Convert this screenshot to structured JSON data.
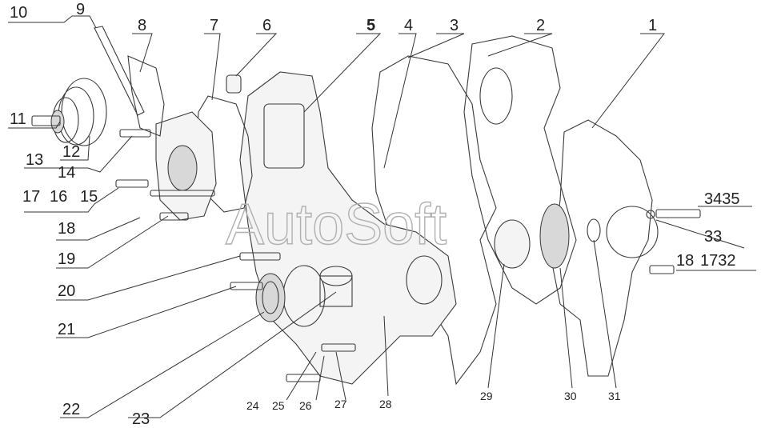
{
  "watermark": "AutoSoft",
  "callouts": {
    "c1": "1",
    "c2": "2",
    "c3": "3",
    "c4": "4",
    "c5": "5",
    "c6": "6",
    "c7": "7",
    "c8": "8",
    "c9": "9",
    "c10": "10",
    "c11": "11",
    "c12": "12",
    "c13": "13",
    "c14": "14",
    "c15": "15",
    "c16": "16",
    "c17": "17",
    "c18": "18",
    "c19": "19",
    "c20": "20",
    "c21": "21",
    "c22": "22",
    "c23": "23",
    "c24": "24",
    "c25": "25",
    "c26": "26",
    "c27": "27",
    "c28": "28",
    "c29": "29",
    "c30": "30",
    "c31": "31",
    "c3435": "3435",
    "c33": "33",
    "c18_b": "18",
    "c1732": "1732"
  }
}
